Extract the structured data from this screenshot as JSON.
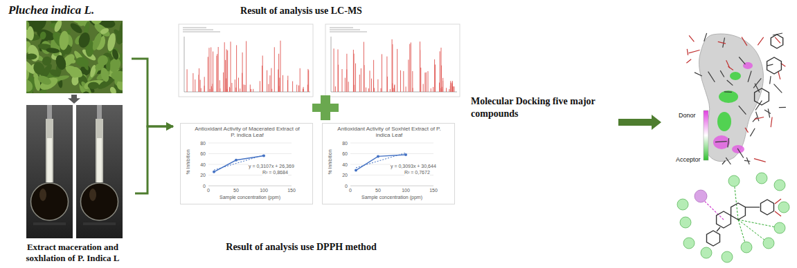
{
  "diagram": {
    "nodes": [
      {
        "text": [
          "Pluchea indica L."
        ]
      },
      {
        "text": [
          "Extract maceration and soxhlation of P. Indica L"
        ]
      },
      {
        "text": [
          "Result of analysis use LC-MS",
          "Result of analysis use DPPH method"
        ]
      },
      {
        "text": [
          "Antioxidant Activity of Macerated Extract of P. indica Leaf",
          "y = 0,3107x + 26,369",
          "R² = 0,8684",
          "% Inhibition",
          "80",
          "60",
          "40",
          "20",
          "0",
          "0",
          "50",
          "100",
          "150",
          "Sample concentration (ppm)"
        ],
        "in": 2
      },
      {
        "text": [
          "Antioxidant Activity of Soxhlet Extract of P. indica Leaf",
          "y = 0,3093x + 30,644",
          "R² = 0,7672",
          "% Inhibition",
          "80",
          "60",
          "40",
          "20",
          "0",
          "0",
          "50",
          "100",
          "150",
          "Sample concentration (ppm)"
        ],
        "in": 2
      },
      {
        "text": [
          "Molecular Docking five major compounds"
        ]
      },
      {
        "text": [
          "Donor",
          "Acceptor"
        ]
      }
    ],
    "edges": [
      {
        "from": 0,
        "to": 1,
        "arrow": "to"
      },
      {
        "from": 0,
        "to": 2,
        "arrow": "to"
      },
      {
        "from": 1,
        "to": 2,
        "arrow": "to"
      },
      {
        "from": 5,
        "to": 6,
        "arrow": "to"
      }
    ]
  }
}
